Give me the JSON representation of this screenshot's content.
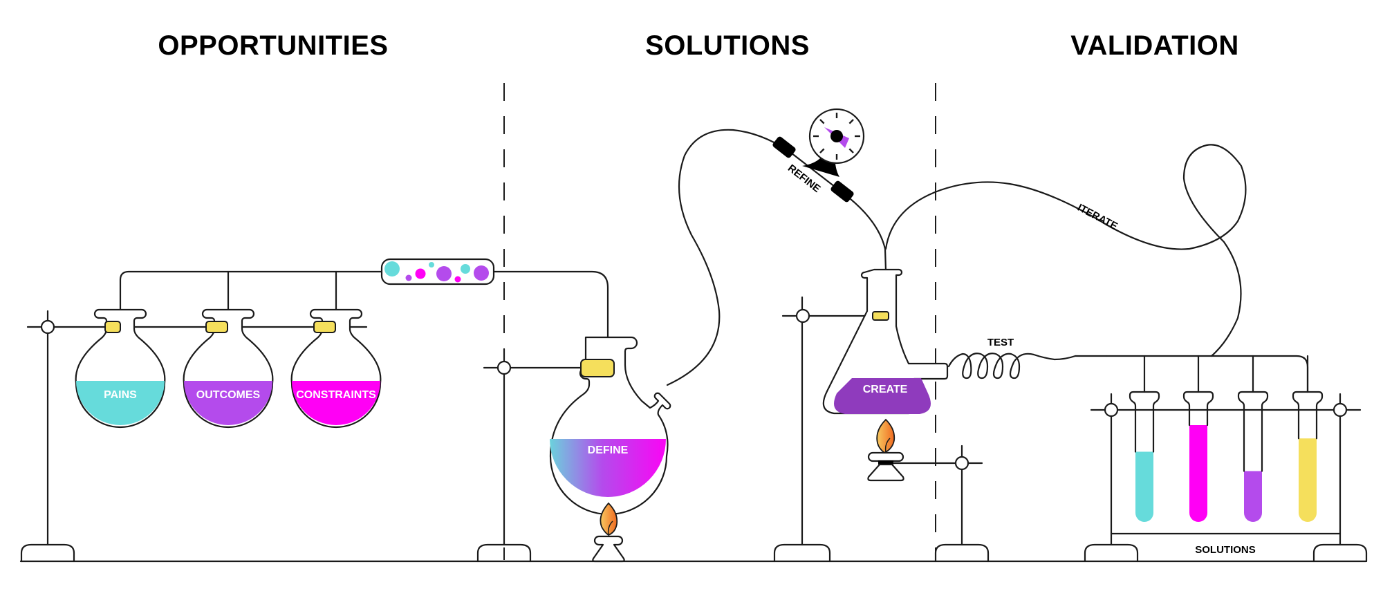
{
  "sections": [
    {
      "title": "OPPORTUNITIES"
    },
    {
      "title": "SOLUTIONS"
    },
    {
      "title": "VALIDATION"
    }
  ],
  "flasks": {
    "pains": {
      "label": "PAINS",
      "color": "#66dbdb"
    },
    "outcomes": {
      "label": "OUTCOMES",
      "color": "#b44bec"
    },
    "constraints": {
      "label": "CONSTRAINTS",
      "color": "#ff00f5"
    },
    "define": {
      "label": "DEFINE",
      "gradient_start": "#66dbdb",
      "gradient_mid": "#b44bec",
      "gradient_end": "#ff00f5"
    },
    "create": {
      "label": "CREATE",
      "color": "#8f3bbd"
    }
  },
  "connectors": {
    "refine": "REFINE",
    "iterate": "ITERATE",
    "test": "TEST"
  },
  "rack": {
    "label": "SOLUTIONS",
    "tubes": [
      {
        "color": "#66dbdb",
        "fill_level": 0.58
      },
      {
        "color": "#ff00f5",
        "fill_level": 0.8
      },
      {
        "color": "#b44bec",
        "fill_level": 0.42
      },
      {
        "color": "#f5df5c",
        "fill_level": 0.69
      }
    ]
  },
  "colors": {
    "clamp": "#f5df5c",
    "line": "#1a1a1a",
    "gauge_needle": "#b44bec",
    "flame_outer": "#f07a2a",
    "flame_inner": "#f7b14a"
  },
  "bubbles": [
    {
      "color": "#66dbdb"
    },
    {
      "color": "#b44bec"
    },
    {
      "color": "#ff00f5"
    },
    {
      "color": "#66dbdb"
    },
    {
      "color": "#b44bec"
    },
    {
      "color": "#ff00f5"
    },
    {
      "color": "#66dbdb"
    },
    {
      "color": "#b44bec"
    }
  ]
}
